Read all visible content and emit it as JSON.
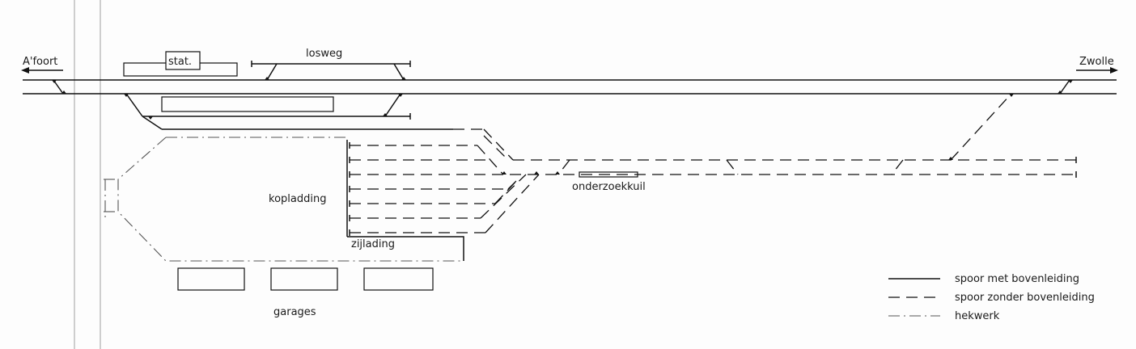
{
  "labels": {
    "west": "A'foort",
    "east": "Zwolle",
    "station": "stat.",
    "unloading_road": "losweg",
    "head_loading": "kopladding",
    "side_loading": "zijlading",
    "inspection_pit": "onderzoekkuil",
    "garages": "garages"
  },
  "legend": [
    {
      "style": "solid",
      "text": "spoor met bovenleiding"
    },
    {
      "style": "dashed",
      "text": "spoor zonder bovenleiding"
    },
    {
      "style": "dash-dot",
      "text": "hekwerk"
    }
  ]
}
